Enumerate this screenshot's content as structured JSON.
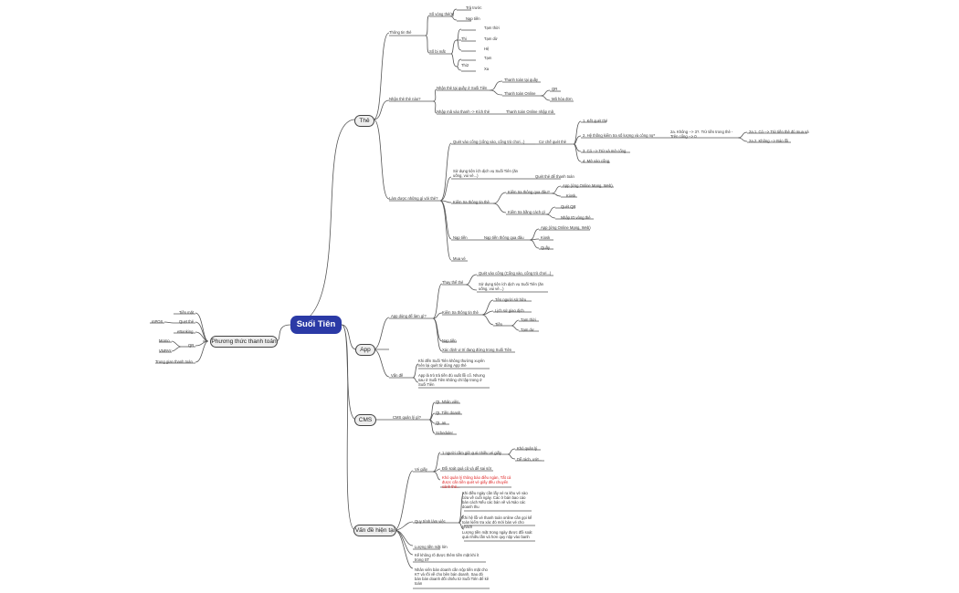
{
  "root": "Suối Tiên",
  "branches": {
    "the": "Thẻ",
    "app": "App",
    "cms": "CMS",
    "vande": "Vấn đề hiện tại",
    "pttt": "Phương thức thanh toán"
  },
  "the": {
    "thong_tin": "Thông tin thẻ",
    "so_dong_the": "Số vòng thẻ(s)",
    "tra_truoc": "Trả trước",
    "nap_tien": "Nạp tiền",
    "so_do_mat": "Số bị mất",
    "thi": "Thi",
    "tam_thoi": "Tạm thời",
    "tam_du": "Tạm dừ",
    "he": "Hệ",
    "thiz": "Thi2",
    "tam": "Tạm",
    "xa": "Xa",
    "nhan_the": "Nhận thẻ thẻ nào?",
    "nhan_the_tai_quay": "Nhận thẻ tại quầy ở Suối Tiên",
    "tt_tai_quay": "Thanh toán tại quầy",
    "tt_online": "Thanh toán Online",
    "qr": "QR",
    "ma_hoa_don": "Mã hóa đơn",
    "nhap_ma": "Nhập mã vào thanh -> Kích thẻ",
    "tt_online_nhap_ma": "Thanh toán Online nhập mã",
    "lam_duoc": "Làm được những gì với thẻ?",
    "quet_vao_cong": "Quét vào cổng (cổng vào, cổng trò chơi...)",
    "co_che_quet": "Cơ chế quét thẻ",
    "kq1": "1. Kết quét thẻ",
    "kq2": "2. Hệ thống kiểm tra số lượng và công nợ*",
    "kq2a": "2a. Không --> 3?. Trừ tiền trong thẻ - Trên cổng --> 0",
    "kq2a1": "2a.1. Có --> Trừ tiền thẻ đủ mua và",
    "kq2a2": "2a.2. Không --> Báo lỗi",
    "kq3": "3. Có --> Trừ và mở cổng",
    "kq4": "4. Mở vào cổng",
    "su_dung_dv": "Sử dụng tiện ích dịch vụ Suối Tiên (ăn uống, vui vẻ...)",
    "quet_the_tt": "Quét thẻ để thanh toán",
    "kiem_tra_tt": "Kiểm tra thông tin thẻ",
    "kiem_tra_tq": "Kiểm tra thông qua đâu?",
    "app_online": "App (ứng Online Mạng, Web)",
    "kiosk": "Kiosk",
    "kiem_tra_cach": "Kiểm tra bằng cách gì",
    "quet_qr": "Quét QR",
    "nhap_id": "Nhập ID vòng thẻ",
    "nap_tq": "Nạp tiền thông qua đâu",
    "app_online2": "App (ứng Online Mạng, Web)",
    "kiosk2": "Kiosk",
    "quay": "Quầy",
    "mua_ve": "Mua vé"
  },
  "app": {
    "thay_the": "Thay thế thẻ",
    "quet_vao_cong": "Quét vào cổng (Cổng vào, cổng trò chơi...)",
    "su_dung_dv": "Sử dụng tiện ích dịch vụ Suối Tiên (ăn uống, vui vẻ...)",
    "kiem_tra": "Kiểm tra thông tin thẻ",
    "ten_nguoi": "Tên người sở hữu",
    "lich_su": "Lịch sử giao dịch",
    "tien": "Tiền",
    "tam_thoi": "Tạm thời",
    "tam_du": "Tạm dư",
    "nap_tien": "Nạp tiền",
    "xac_dinh": "Xác định vị trí đang đứng trong Suối Tiên",
    "app_dung": "App dùng để làm gì?",
    "van_de": "Vấn đề",
    "vd1": "Khi đến Suối Tiên không thường xuyên nên lại quét từ dùng App thẻ",
    "vd2": "App là trò trả tiền đủ xuất lỗi cổ. Nhưng sau ở Suối Tiên không chỉ lập trong ở Suối Tiên"
  },
  "cms": {
    "label": "CMS quản lý gì?",
    "items": [
      "QL Nhân viên",
      "QL Tiền doanh",
      "QL an",
      "Scheduler"
    ]
  },
  "vande": {
    "ve_giay": "Vé giấy",
    "mot_nguoi": "1 người cầm giữ quá nhiều vé giấy",
    "kho_quan_ly": "Khó quản lý",
    "de_mat": "Dễ rách, ướt...",
    "doi_soat": "Đối soát quá cũ và dễ sai sót",
    "red": "Khó quản lý thông báo điều ngàn, Tất cả được cấn tiền quét vé giấy đều chuyển cảnh thẻ...",
    "quy_trinh": "Quy trình làm việc",
    "qt1": "Khi điều ngày cần lấy vé ra khu vé vào cửa về cuối ngày. Các ở bán bao cáo bán cách Nếu các bán vẽ và Nảo các doanh thu",
    "qt2": "Khi hệ lỗi vé thanh toán online cần gọi kế toán kiểm tra xác đó mới bán vé cho khách",
    "qt3": "Lượng tiền mặt trong ngày được đối soát quá nhiều lần và hơn quy nộp vào banh",
    "luong_tien": "Lượng tiền mặt lớn",
    "ke_khong": "Kế không rõ được thêm tiền mặt khi ít trong ST",
    "nhan_vien": "Nhân viên bán doanh cần nộp tiền mặt cho KT và rồi về cho bên bán doanh. Sau đó bán bán doanh đối chiếu từ Suối Tiên để kê toán"
  },
  "pttt": {
    "tien_mat": "Tiền mặt",
    "quet_the": "Quẹt thẻ",
    "pos": "mPOS",
    "ebanking": "eBanking",
    "qr": "QR",
    "momo": "Momo",
    "vnpay": "VNPAY",
    "trung_gian": "Trung gian thanh toán"
  },
  "colors": {
    "root_bg": "#2b3aa6",
    "line": "#555555",
    "red_text": "#e02020"
  }
}
